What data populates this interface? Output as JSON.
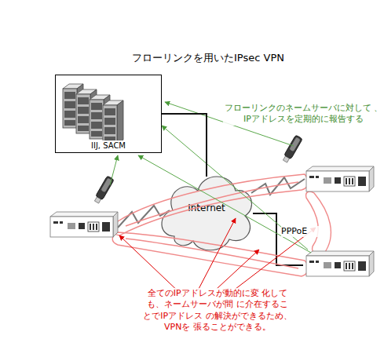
{
  "diagram": {
    "title": "フローリンクを用いたIPsec VPN",
    "nodes": [
      {
        "text": [
          "IIJ, SACM"
        ]
      },
      {
        "text": [
          "Internet"
        ]
      }
    ],
    "edges": [
      {
        "from": 1,
        "to": 0,
        "arrow": "none"
      }
    ],
    "labels": [
      "フローリンクのネームサーバに対して 、IPアドレスを定期的に報告する",
      "PPPoE",
      "全てのIPアドレスが動的に変 化しても、ネームサーバが間 に介在することでIPアドレス の解決ができるため、VPNを 張ることができる。"
    ]
  }
}
